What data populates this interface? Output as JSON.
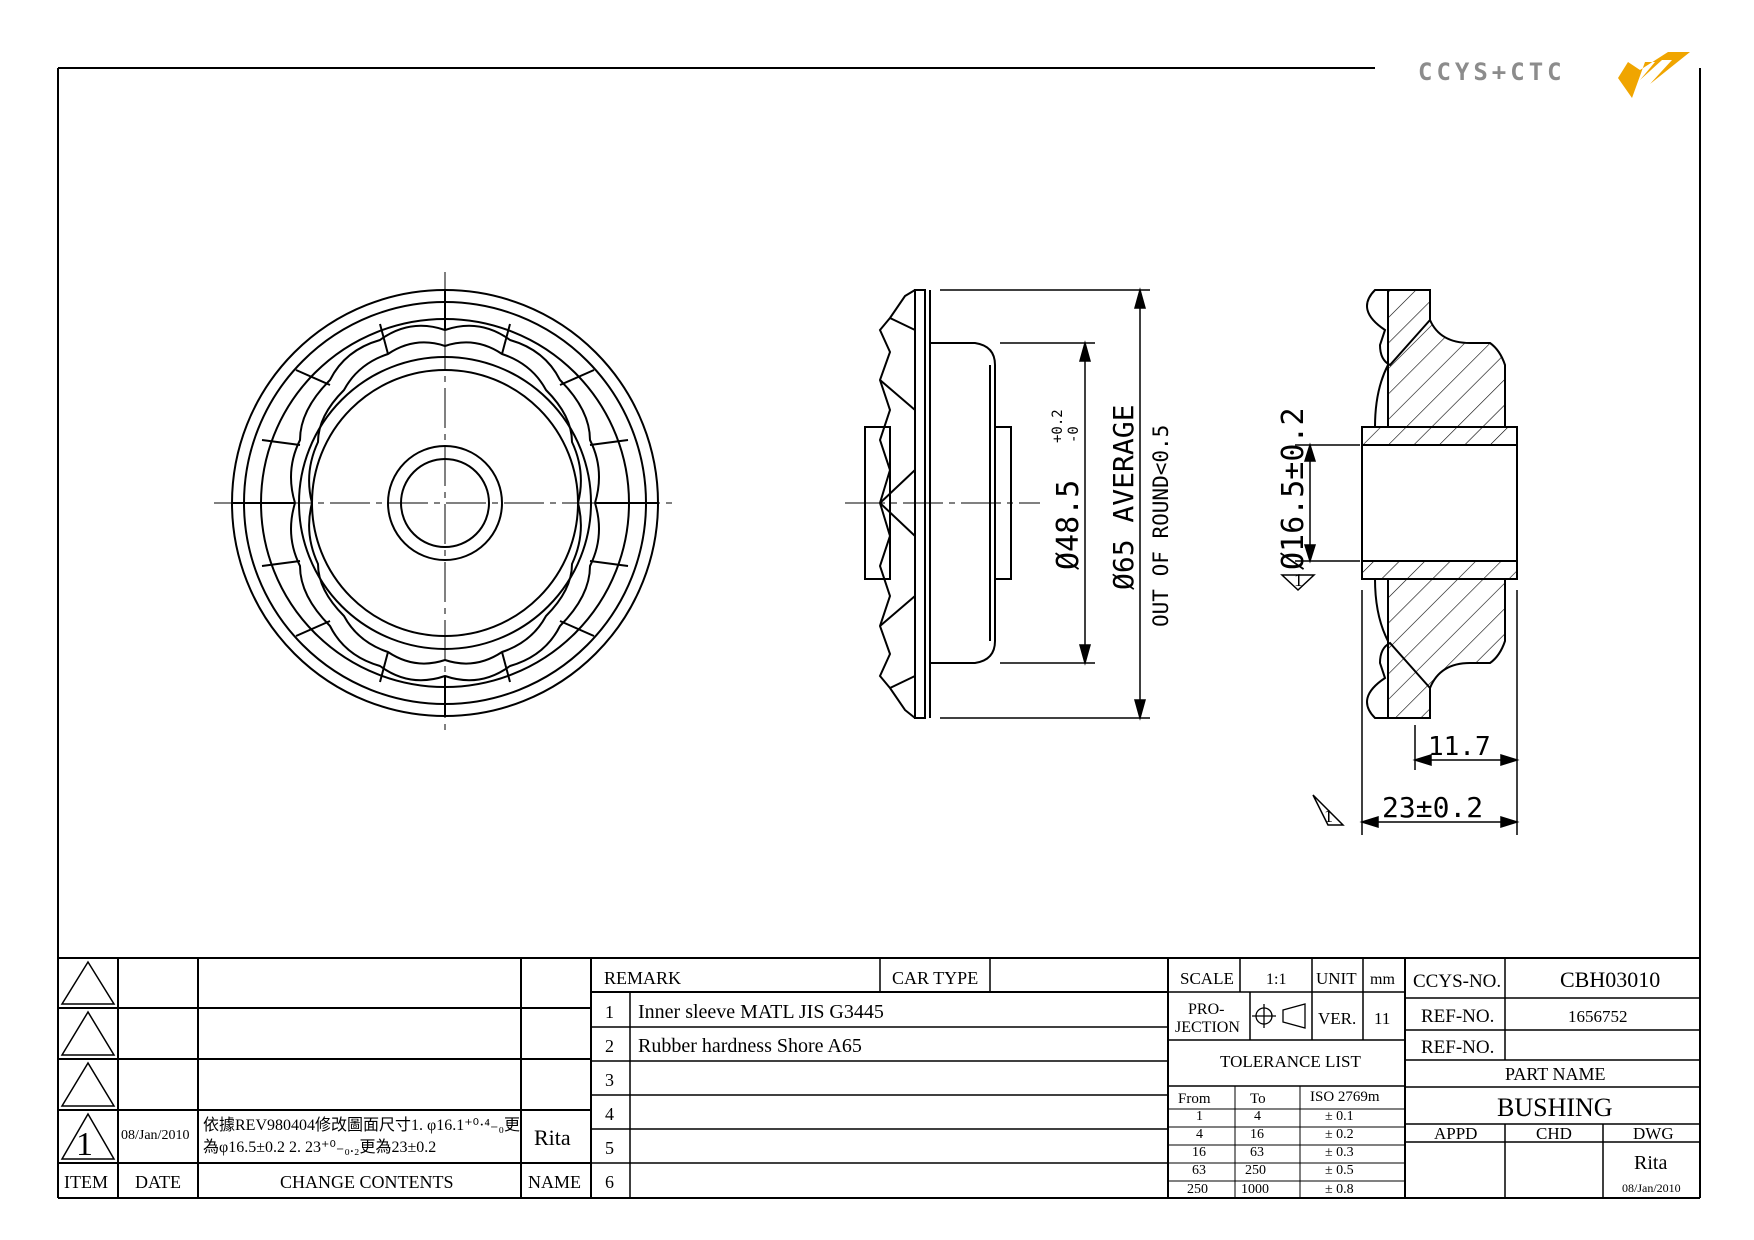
{
  "logo": {
    "text": "CCYS+CTC"
  },
  "drawing": {
    "dim_bore": "Ø48.5",
    "dim_bore_tol_upper": "+0.2",
    "dim_bore_tol_lower": "-0",
    "dim_outer": "Ø65 AVERAGE",
    "dim_outer_note": "OUT OF ROUND<0.5",
    "dim_inner": "Ø16.5±0.2",
    "dim_length": "23±0.2",
    "dim_flange": "11.7",
    "rev_marker": "1"
  },
  "revisions": {
    "rows": [
      {
        "item": "",
        "date": "",
        "contents_line1": "",
        "contents_line2": "",
        "name": ""
      },
      {
        "item": "",
        "date": "",
        "contents_line1": "",
        "contents_line2": "",
        "name": ""
      },
      {
        "item": "",
        "date": "",
        "contents_line1": "",
        "contents_line2": "",
        "name": ""
      },
      {
        "item": "1",
        "date": "08/Jan/2010",
        "contents_line1": "依據REV980404修改圖面尺寸1. φ16.1⁺⁰·⁴₋₀更",
        "contents_line2": "為φ16.5±0.2   2.  23⁺⁰₋₀.₂更為23±0.2",
        "name": "Rita"
      }
    ],
    "headers": {
      "item": "ITEM",
      "date": "DATE",
      "contents": "CHANGE CONTENTS",
      "name": "NAME"
    }
  },
  "remarks": {
    "header": "REMARK",
    "car_type_label": "CAR TYPE",
    "car_type_value": "",
    "items": [
      {
        "no": "1",
        "text": "Inner sleeve MATL JIS G3445"
      },
      {
        "no": "2",
        "text": "Rubber hardness Shore A65"
      },
      {
        "no": "3",
        "text": ""
      },
      {
        "no": "4",
        "text": ""
      },
      {
        "no": "5",
        "text": ""
      },
      {
        "no": "6",
        "text": ""
      }
    ]
  },
  "spec": {
    "scale_label": "SCALE",
    "scale_value": "1:1",
    "unit_label": "UNIT",
    "unit_value": "mm",
    "projection_line1": "PRO-",
    "projection_line2": "JECTION",
    "ver_label": "VER.",
    "ver_value": "11",
    "tolerance_title": "TOLERANCE LIST",
    "tolerance_headers": [
      "From",
      "To",
      "ISO 2769m"
    ],
    "tolerance_rows": [
      [
        "1",
        "4",
        "± 0.1"
      ],
      [
        "4",
        "16",
        "± 0.2"
      ],
      [
        "16",
        "63",
        "± 0.3"
      ],
      [
        "63",
        "250",
        "± 0.5"
      ],
      [
        "250",
        "1000",
        "± 0.8"
      ]
    ]
  },
  "title_block": {
    "ccys_label": "CCYS-NO.",
    "ccys_value": "CBH03010",
    "ref1_label": "REF-NO.",
    "ref1_value": "1656752",
    "ref2_label": "REF-NO.",
    "ref2_value": "",
    "part_name_label": "PART NAME",
    "part_name": "BUSHING",
    "appd": "APPD",
    "chd": "CHD",
    "dwg": "DWG",
    "dwg_name": "Rita",
    "dwg_date": "08/Jan/2010"
  },
  "colors": {
    "logo_grey": "#8c8c8c",
    "logo_orange": "#f0a500"
  }
}
